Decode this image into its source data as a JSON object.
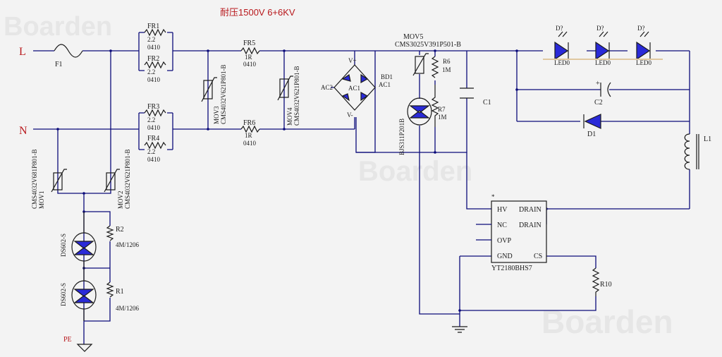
{
  "title": "耐压1500V 6+6KV",
  "watermark": "Boarden",
  "nets": {
    "line": "L",
    "neutral": "N",
    "earth": "PE"
  },
  "components": {
    "F1": "F1",
    "FR1": {
      "ref": "FR1",
      "val1": "2.2",
      "val2": "0410"
    },
    "FR2": {
      "ref": "FR2",
      "val1": "2.2",
      "val2": "0410"
    },
    "FR3": {
      "ref": "FR3",
      "val1": "2.2",
      "val2": "0410"
    },
    "FR4": {
      "ref": "FR4",
      "val1": "2.2",
      "val2": "0410"
    },
    "FR5": {
      "ref": "FR5",
      "val1": "1R",
      "val2": "0410"
    },
    "FR6": {
      "ref": "FR6",
      "val1": "1R",
      "val2": "0410"
    },
    "MOV1": {
      "ref": "MOV1",
      "part": "CMS4032V681P801-B"
    },
    "MOV2": {
      "ref": "MOV2",
      "part": "CMS4032V621P801-B"
    },
    "MOV3": {
      "ref": "MOV3",
      "part": "CMS4032V621P801-B"
    },
    "MOV4": {
      "ref": "MOV4",
      "part": "CMS4032V621P801-B"
    },
    "MOV5": {
      "ref": "MOV5",
      "part": "CMS3025V391P501-B"
    },
    "TVS": {
      "part": "BJS311P201B"
    },
    "DS1": "DS602-S",
    "DS2": "DS602-S",
    "R1": {
      "ref": "R1",
      "val": "4M/1206"
    },
    "R2": {
      "ref": "R2",
      "val": "4M/1206"
    },
    "R6": {
      "ref": "R6",
      "val": "1M"
    },
    "R7": {
      "ref": "R7",
      "val": "1M"
    },
    "R10": "R10",
    "BD1": {
      "ref": "BD1",
      "ac1": "AC1",
      "ac2": "AC2",
      "center": "AC1",
      "vplus": "V+",
      "vminus": "V-"
    },
    "C1": "C1",
    "C2": {
      "ref": "C2",
      "plus": "+"
    },
    "D1": "D1",
    "L1": "L1",
    "LEDs": [
      {
        "ref": "D?",
        "val": "LED0"
      },
      {
        "ref": "D?",
        "val": "LED0"
      },
      {
        "ref": "D?",
        "val": "LED0"
      }
    ],
    "IC": {
      "part": "YT2180BHS7",
      "marker": "*",
      "pins_left": [
        "HV",
        "NC",
        "OVP",
        "GND"
      ],
      "pins_right": [
        "DRAIN",
        "DRAIN",
        "",
        "CS"
      ]
    }
  }
}
